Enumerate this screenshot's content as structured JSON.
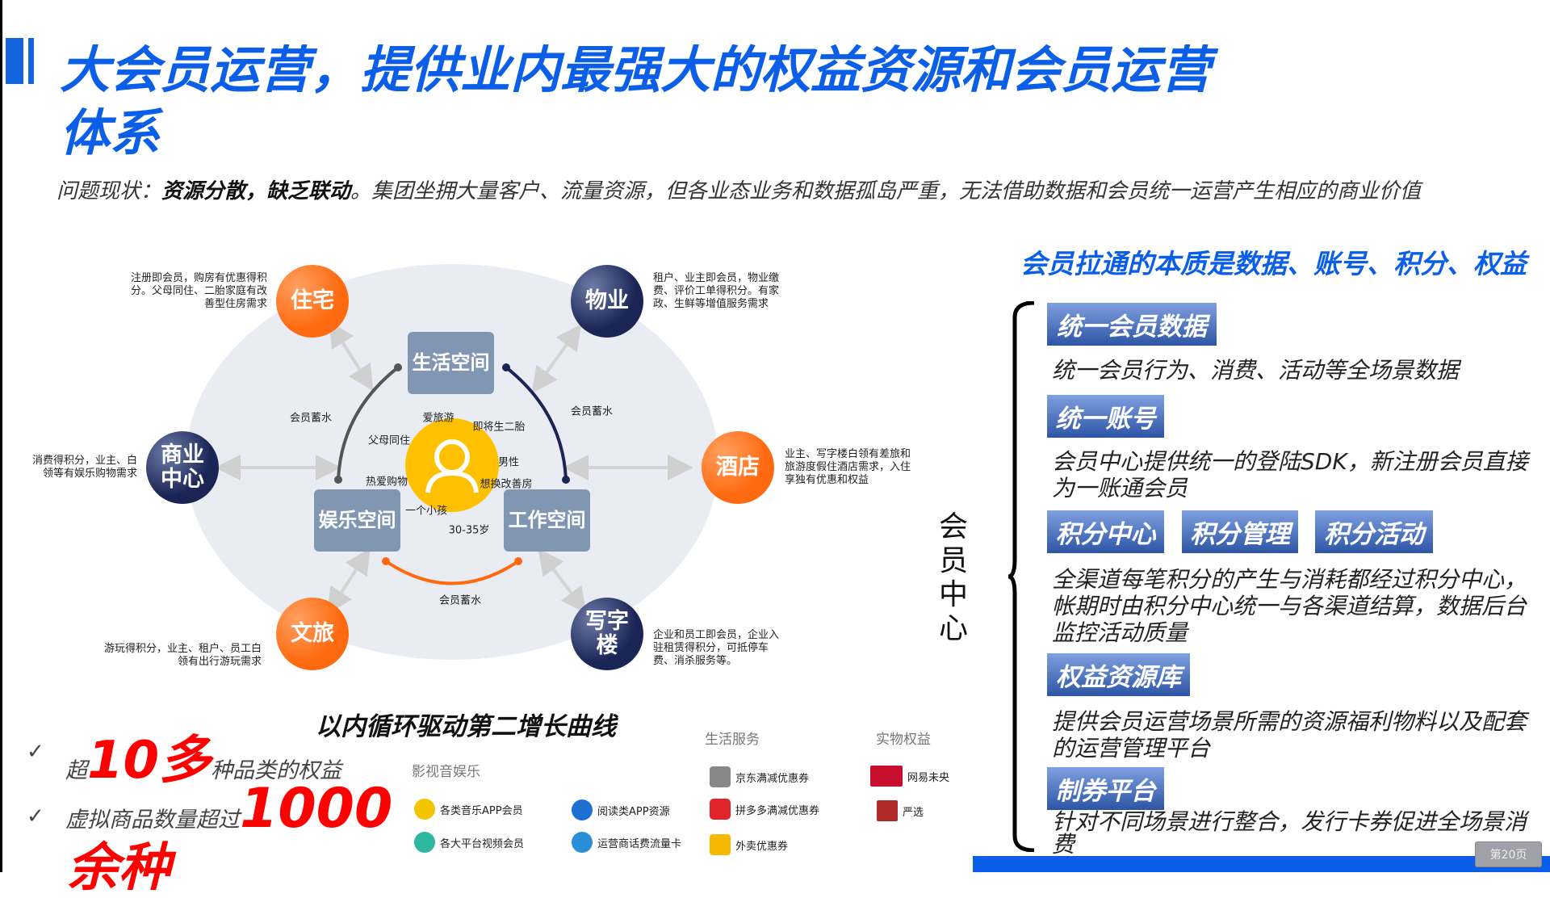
{
  "title": "大会员运营，提供业内最强大的权益资源和会员运营体系",
  "subtitle": {
    "prefix": "问题现状：",
    "bold": "资源分散，缺乏联动",
    "rest": "。集团坐拥大量客户、流量资源，但各业态业务和数据孤岛严重，无法借助数据和会员统一运营产生相应的商业价值"
  },
  "right": {
    "heading": "会员拉通的本质是数据、账号、积分、权益",
    "center_label": "会员中心",
    "blocks": [
      {
        "tags": [
          "统一会员数据"
        ],
        "desc": "统一会员行为、消费、活动等全场景数据"
      },
      {
        "tags": [
          "统一账号"
        ],
        "desc": "会员中心提供统一的登陆SDK，新注册会员直接为一账通会员"
      },
      {
        "tags": [
          "积分中心",
          "积分管理",
          "积分活动"
        ],
        "desc": "全渠道每笔积分的产生与消耗都经过积分中心，帐期时由积分中心统一与各渠道结算，数据后台监控活动质量"
      },
      {
        "tags": [
          "权益资源库"
        ],
        "desc": "提供会员运营场景所需的资源福利物料以及配套的运营管理平台"
      },
      {
        "tags": [
          "制券平台"
        ],
        "desc": "针对不同场景进行整合，发行卡券促进全场景消费"
      }
    ]
  },
  "page": "第20页",
  "diagram": {
    "nodes": {
      "zhuzhai": "住宅",
      "wuye": "物业",
      "shangye": "商业中心",
      "jiudian": "酒店",
      "wenlv": "文旅",
      "xiezilou": "写字楼"
    },
    "spaces": {
      "life": "生活空间",
      "ent": "娱乐空间",
      "work": "工作空间"
    },
    "notes": {
      "zhuzhai": "注册即会员，购房有优惠得积分。父母同住、二胎家庭有改善型住房需求",
      "wuye": "租户、业主即会员，物业缴费、评价工单得积分。有家政、生鲜等增值服务需求",
      "shangye": "消费得积分，业主、白领等有娱乐购物需求",
      "jiudian": "业主、写字楼白领有差旅和旅游度假住酒店需求，入住享独有优惠和权益",
      "wenlv": "游玩得积分，业主、租户、员工白领有出行游玩需求",
      "xiezilou": "企业和员工即会员，企业入驻租赁得积分，可抵停车费、消杀服务等。"
    },
    "flow_label": "会员蓄水",
    "persona": [
      "爱旅游",
      "即将生二胎",
      "父母同住",
      "男性",
      "热爱购物",
      "想换改善房",
      "一个小孩",
      "30-35岁"
    ]
  },
  "bottom": {
    "heading": "以内循环驱动第二增长曲线",
    "points": [
      {
        "pre": "超",
        "big": "10多",
        "post": "种品类的权益"
      },
      {
        "pre": "虚拟商品数量超过",
        "big": "1000",
        "big2": "余种"
      }
    ],
    "categories": {
      "media": "影视音娱乐",
      "life": "生活服务",
      "physical": "实物权益"
    },
    "items": {
      "music": "各类音乐APP会员",
      "read": "阅读类APP资源",
      "video": "各大平台视频会员",
      "telecom": "运营商话费流量卡",
      "jd": "京东满减优惠券",
      "pdd": "拼多多满减优惠券",
      "takeout": "外卖优惠券",
      "weiyang": "网易未央",
      "yanxuan": "严选"
    }
  },
  "colors": {
    "accent": "#0a5ee8",
    "orange": "#ff6a10",
    "navy": "#1a2556",
    "red": "#ff0000"
  }
}
